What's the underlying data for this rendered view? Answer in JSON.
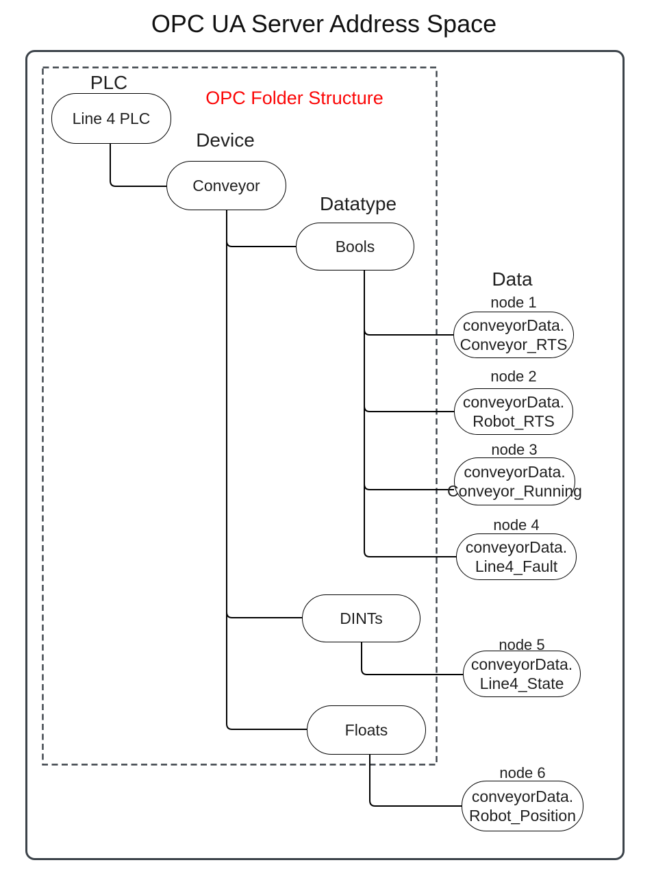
{
  "title": "OPC UA Server Address Space",
  "annotation": {
    "label": "OPC Folder Structure"
  },
  "column_headers": {
    "plc": "PLC",
    "device": "Device",
    "datatype": "Datatype",
    "data": "Data"
  },
  "tree": {
    "plc_node": "Line 4 PLC",
    "device_node": "Conveyor",
    "datatype_nodes": {
      "bools": "Bools",
      "dints": "DINTs",
      "floats": "Floats"
    },
    "data_nodes": [
      {
        "caption": "node 1",
        "line1": "conveyorData.",
        "line2": "Conveyor_RTS"
      },
      {
        "caption": "node 2",
        "line1": "conveyorData.",
        "line2": "Robot_RTS"
      },
      {
        "caption": "node 3",
        "line1": "conveyorData.",
        "line2": "Conveyor_Running"
      },
      {
        "caption": "node 4",
        "line1": "conveyorData.",
        "line2": "Line4_Fault"
      },
      {
        "caption": "node 5",
        "line1": "conveyorData.",
        "line2": "Line4_State"
      },
      {
        "caption": "node 6",
        "line1": "conveyorData.",
        "line2": "Robot_Position"
      }
    ]
  },
  "colors": {
    "annotation_red": "#fb0606",
    "frame_gray": "#3b4249",
    "edge_black": "#000000",
    "text": "#1f1f1f",
    "background": "#ffffff"
  }
}
